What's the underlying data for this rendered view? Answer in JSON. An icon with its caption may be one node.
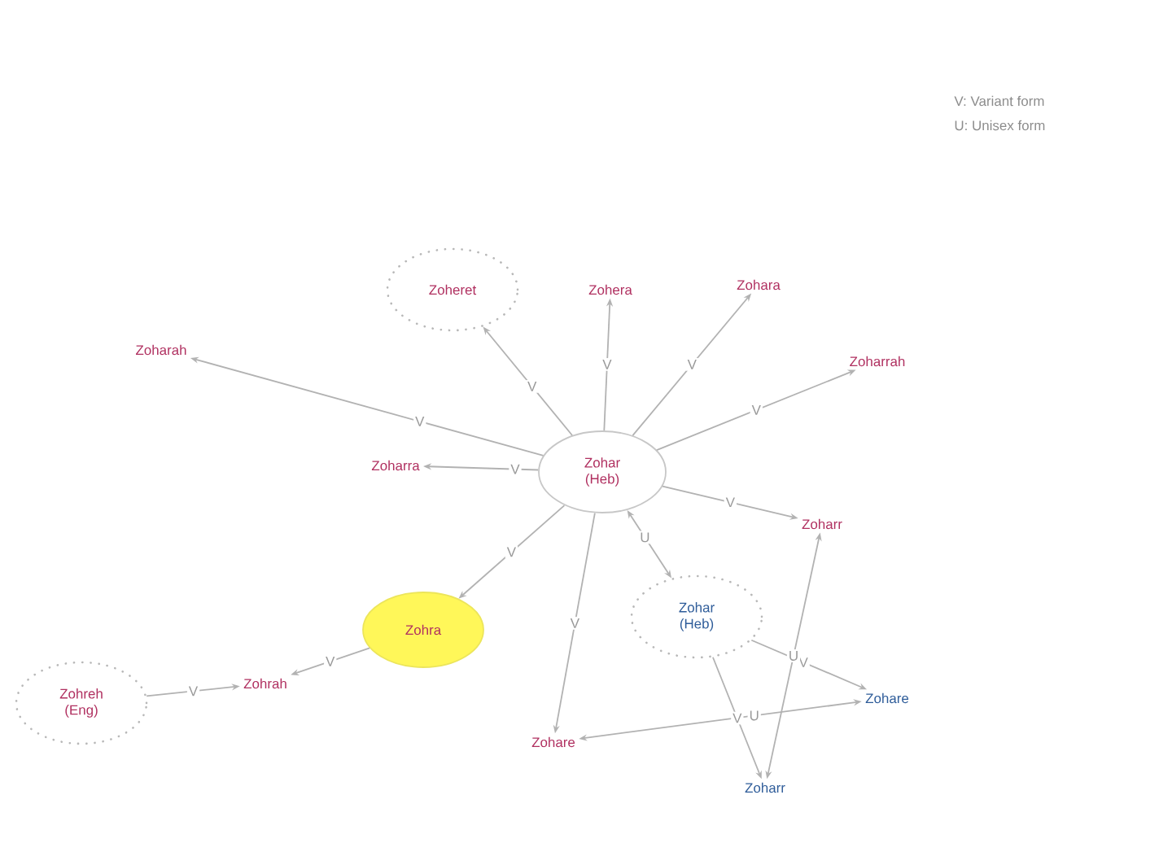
{
  "diagram": {
    "nodes": [
      {
        "text": [
          "Zoheret"
        ]
      },
      {
        "text": [
          "Zohera"
        ]
      },
      {
        "text": [
          "Zohara"
        ]
      },
      {
        "text": [
          "Zoharah"
        ]
      },
      {
        "text": [
          "Zoharrah"
        ]
      },
      {
        "text": [
          "Zoharra"
        ]
      },
      {
        "text": [
          "Zohar (Heb)"
        ]
      },
      {
        "text": [
          "Zoharr"
        ]
      },
      {
        "text": [
          "Zohra"
        ]
      },
      {
        "text": [
          "Zohar (Heb)"
        ]
      },
      {
        "text": [
          "Zohreh (Eng)"
        ]
      },
      {
        "text": [
          "Zohrah"
        ]
      },
      {
        "text": [
          "Zohare"
        ]
      },
      {
        "text": [
          "Zohare"
        ]
      },
      {
        "text": [
          "Zoharr"
        ]
      }
    ],
    "edges": [
      {
        "from": 6,
        "to": 0,
        "arrow": "to",
        "label": "V"
      },
      {
        "from": 6,
        "to": 1,
        "arrow": "to",
        "label": "V"
      },
      {
        "from": 6,
        "to": 2,
        "arrow": "to",
        "label": "V"
      },
      {
        "from": 6,
        "to": 4,
        "arrow": "to",
        "label": "V"
      },
      {
        "from": 6,
        "to": 3,
        "arrow": "to",
        "label": "V"
      },
      {
        "from": 6,
        "to": 5,
        "arrow": "to",
        "label": "V"
      },
      {
        "from": 6,
        "to": 7,
        "arrow": "to",
        "label": "V"
      },
      {
        "from": 6,
        "to": 8,
        "arrow": "to",
        "label": "V"
      },
      {
        "from": 6,
        "to": 13,
        "arrow": "to",
        "label": "V"
      },
      {
        "from": 6,
        "to": 9,
        "arrow": "both",
        "label": "U"
      },
      {
        "from": 8,
        "to": 11,
        "arrow": "to",
        "label": "V"
      },
      {
        "from": 10,
        "to": 11,
        "arrow": "to",
        "label": "V"
      },
      {
        "from": 9,
        "to": 12,
        "arrow": "to",
        "label": "V"
      },
      {
        "from": 9,
        "to": 14,
        "arrow": "to",
        "label": "V"
      },
      {
        "from": 13,
        "to": 12,
        "arrow": "both",
        "label": "U"
      },
      {
        "from": 14,
        "to": 7,
        "arrow": "both",
        "label": "U"
      }
    ],
    "labels": [
      "V: Variant form",
      "U: Unisex form"
    ]
  }
}
